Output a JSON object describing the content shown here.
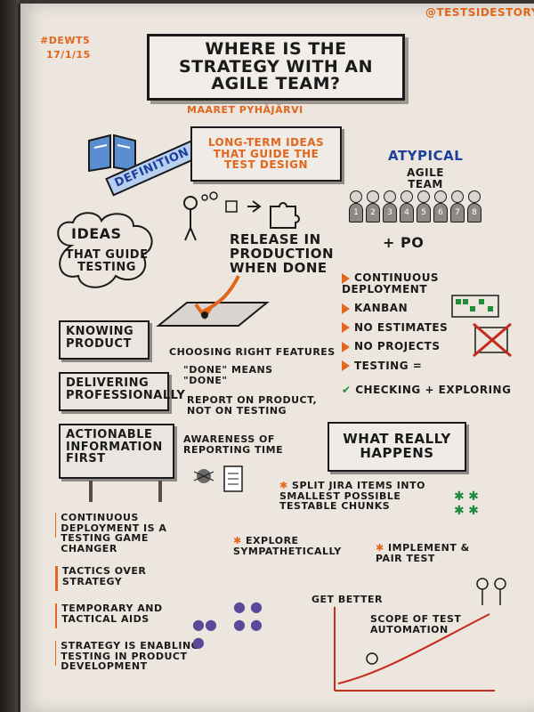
{
  "corner_tag": "#DEWT5",
  "corner_date": "17/1/15",
  "twitter_handle": "@TESTSIDESTORY",
  "title": "WHERE IS THE STRATEGY WITH AN AGILE TEAM?",
  "speaker": "MAARET PYHÄJÄRVI",
  "definition_label": "DEFINITION",
  "definition_text": "LONG-TERM IDEAS THAT GUIDE THE TEST DESIGN",
  "atypical_label": "ATYPICAL",
  "agile_team_label": "AGILE TEAM",
  "team_numbers": [
    "1",
    "2",
    "3",
    "4",
    "5",
    "6",
    "7",
    "8"
  ],
  "plus_po": "+ PO",
  "ideas_cloud": "IDEAS",
  "ideas_sub": "THAT GUIDE TESTING",
  "release_text": "RELEASE IN PRODUCTION WHEN DONE",
  "practices": [
    "CONTINUOUS DEPLOYMENT",
    "KANBAN",
    "NO ESTIMATES",
    "NO PROJECTS",
    "TESTING ="
  ],
  "checking_exploring": "CHECKING + EXPLORING",
  "knowing_product": "KNOWING PRODUCT",
  "delivering_professionally": "DELIVERING PROFESSIONALLY",
  "actionable_info": "ACTIONABLE INFORMATION FIRST",
  "choosing_features": "CHOOSING RIGHT FEATURES",
  "done_means": "\"DONE\" MEANS \"DONE\"",
  "report_on_product": "REPORT ON PRODUCT, NOT ON TESTING",
  "awareness": "AWARENESS OF REPORTING TIME",
  "what_really_happens": "WHAT REALLY HAPPENS",
  "split_jira": "SPLIT JIRA ITEMS INTO SMALLEST POSSIBLE TESTABLE CHUNKS",
  "explore": "EXPLORE SYMPATHETICALLY",
  "implement_pair": "IMPLEMENT & PAIR TEST",
  "get_better": "GET BETTER",
  "scope_automation": "SCOPE OF TEST AUTOMATION",
  "left_notes": [
    "CONTINUOUS DEPLOYMENT IS A TESTING GAME CHANGER",
    "TACTICS OVER STRATEGY",
    "TEMPORARY AND TACTICAL AIDS",
    "STRATEGY IS ENABLING TESTING IN PRODUCT DEVELOPMENT"
  ],
  "colors": {
    "accent_orange": "#e2661b",
    "accent_green": "#1f8a3a",
    "accent_purple": "#5a4a9a",
    "ink": "#1a1a1a",
    "paper": "#ece6df"
  }
}
